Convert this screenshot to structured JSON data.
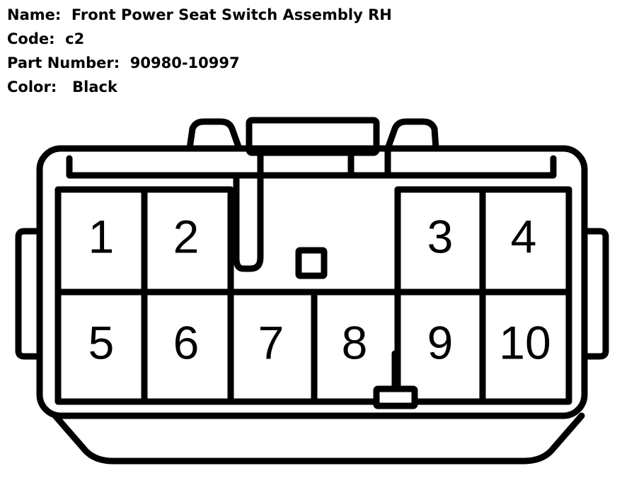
{
  "info": {
    "name_label": "Name:",
    "name_value": "Front Power Seat Switch Assembly RH",
    "code_label": "Code:",
    "code_value": "c2",
    "part_label": "Part Number:",
    "part_value": "90980-10997",
    "color_label": "Color:",
    "color_value": "Black"
  },
  "pins": [
    "1",
    "2",
    "3",
    "4",
    "5",
    "6",
    "7",
    "8",
    "9",
    "10"
  ]
}
